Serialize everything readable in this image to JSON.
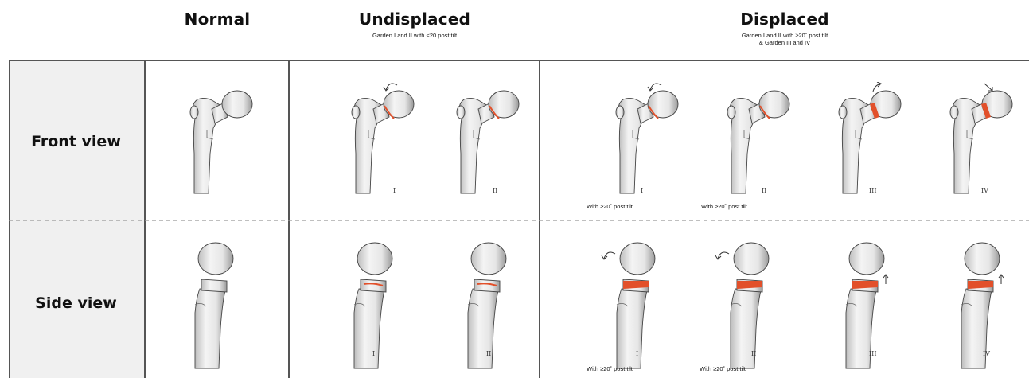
{
  "columns": {
    "normal": {
      "title": "Normal",
      "subtitle": ""
    },
    "undisplaced": {
      "title": "Undisplaced",
      "subtitle": "Garden I and II with <20 post tilt"
    },
    "displaced": {
      "title": "Displaced",
      "subtitle_line1": "Garden I and II with ≥20˚ post tilt",
      "subtitle_line2": "& Garden III and IV"
    }
  },
  "rows": {
    "front": "Front view",
    "side": "Side view"
  },
  "grades": [
    "I",
    "II",
    "III",
    "IV"
  ],
  "tilt_note": "With ≥20˚ post tilt",
  "colors": {
    "fracture": "#e2502a",
    "grid_line": "#555555",
    "row_label_bg": "#f0f0f0",
    "dashed": "#999999"
  },
  "figures": {
    "front": [
      {
        "id": "front-normal",
        "view": "front",
        "grade": "none",
        "arrow": "none"
      },
      {
        "id": "front-undisp-1",
        "view": "front",
        "grade": "I",
        "arrow": "curved-left"
      },
      {
        "id": "front-undisp-2",
        "view": "front",
        "grade": "II",
        "arrow": "none"
      },
      {
        "id": "front-disp-1",
        "view": "front",
        "grade": "I",
        "arrow": "curved-left",
        "tilt_note": true
      },
      {
        "id": "front-disp-2",
        "view": "front",
        "grade": "II",
        "arrow": "none",
        "tilt_note": true
      },
      {
        "id": "front-disp-3",
        "view": "front",
        "grade": "III",
        "arrow": "up-right"
      },
      {
        "id": "front-disp-4",
        "view": "front",
        "grade": "IV",
        "arrow": "down-right"
      }
    ],
    "side": [
      {
        "id": "side-normal",
        "view": "side",
        "grade": "none",
        "arrow": "none"
      },
      {
        "id": "side-undisp-1",
        "view": "side",
        "grade": "I",
        "arrow": "none"
      },
      {
        "id": "side-undisp-2",
        "view": "side",
        "grade": "II",
        "arrow": "none"
      },
      {
        "id": "side-disp-1",
        "view": "side",
        "grade": "I",
        "arrow": "curved-left",
        "tilt_note": true
      },
      {
        "id": "side-disp-2",
        "view": "side",
        "grade": "II",
        "arrow": "curved-left",
        "tilt_note": true
      },
      {
        "id": "side-disp-3",
        "view": "side",
        "grade": "III",
        "arrow": "up"
      },
      {
        "id": "side-disp-4",
        "view": "side",
        "grade": "IV",
        "arrow": "up"
      }
    ]
  }
}
